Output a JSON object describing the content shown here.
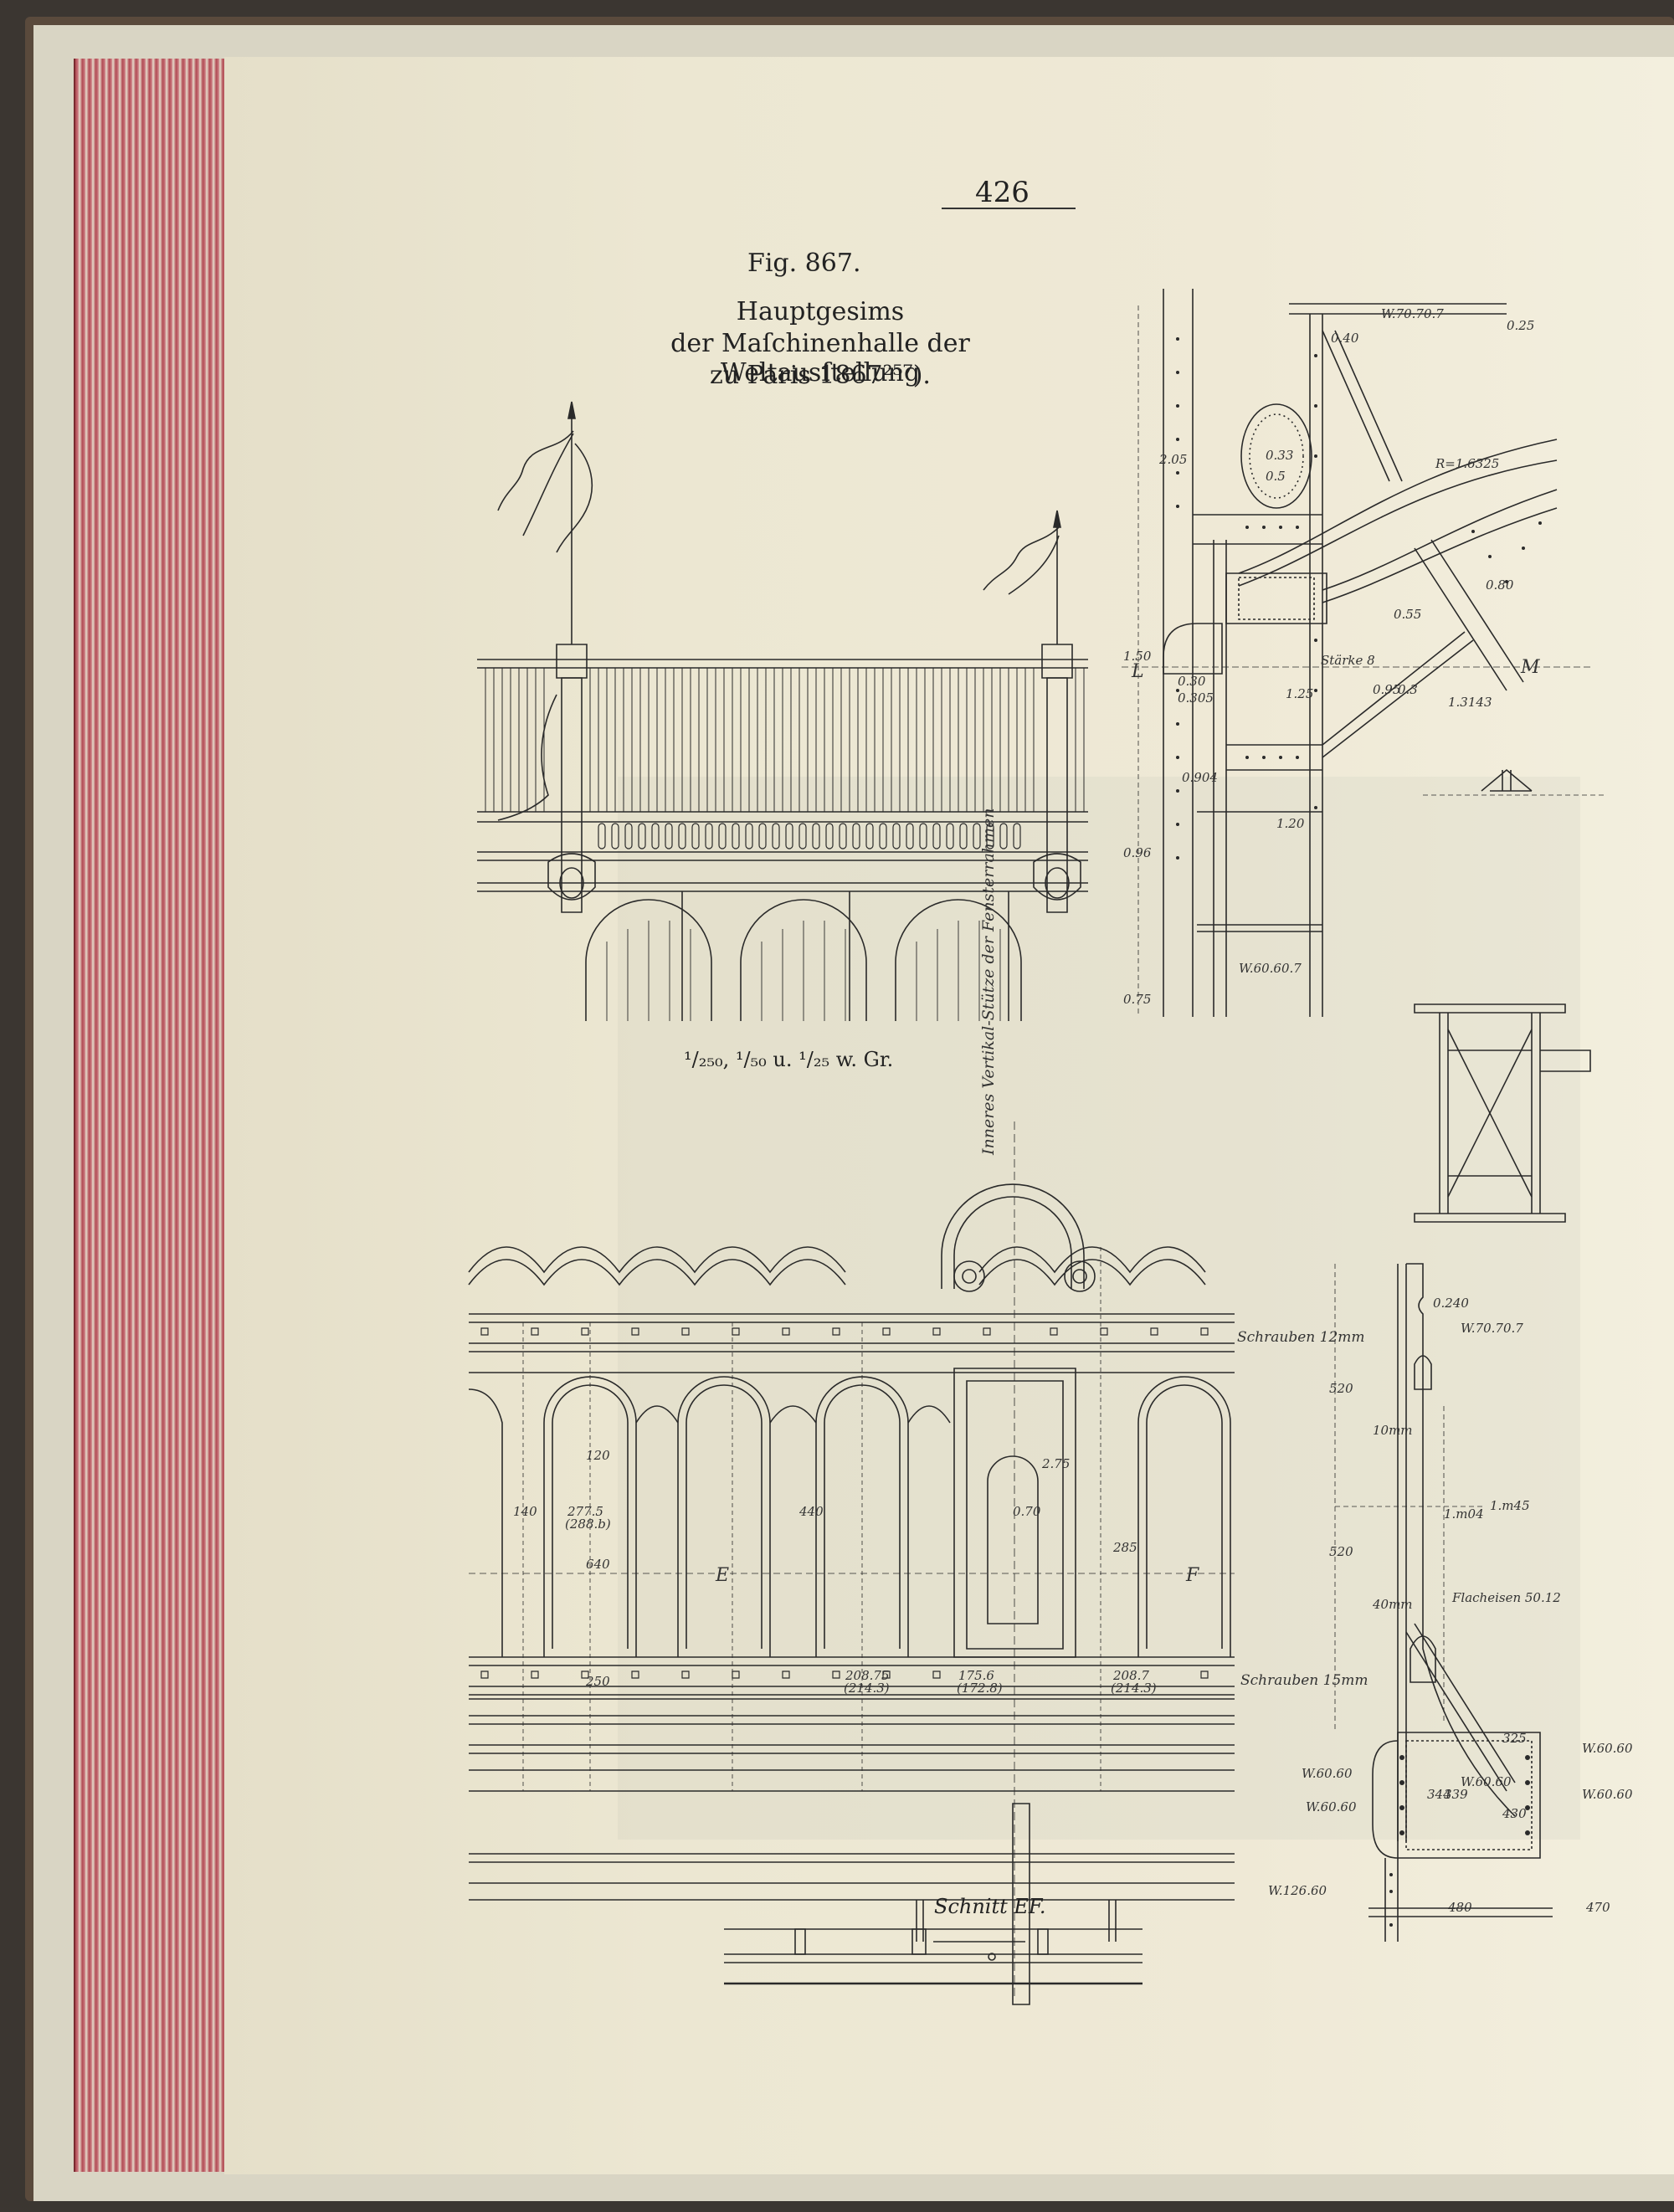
{
  "page_number": "426",
  "figure": {
    "label": "Fig. 867.",
    "caption_lines": [
      "Hauptgesims",
      "der Maſchinenhalle der Weltausſtellung",
      "zu Paris 1867²⁵⁷)."
    ],
    "scale": "¹/₂₅₀, ¹/₅₀ u. ¹/₂₅ w. Gr.",
    "section_label": "Schnitt EF."
  },
  "annotations": {
    "top_right": [
      "W.70.70.7",
      "0.40",
      "0.25",
      "2.05",
      "0.33",
      "0.5",
      "R=1.6325",
      "0.55",
      "0.80",
      "1.50",
      "L",
      "M",
      "0.30",
      "0.305",
      "0.95",
      "1.25",
      "0.3",
      "1.3143",
      "Stärke 8",
      "1.20",
      "0.904",
      "0.96",
      "W.60.60.7",
      "0.75"
    ],
    "bottom_left": [
      "Schrauben 12mm",
      "Schrauben 15mm",
      "140",
      "277.5",
      "(288.b)",
      "440",
      "640",
      "120",
      "250",
      "E",
      "F",
      "0.70",
      "2.75",
      "285",
      "Inneres Vertikal-Stütze der Fensterrahmen",
      "208.75",
      "(214.3)",
      "175.6",
      "(172.8)",
      "208.7",
      "(214.3)"
    ],
    "bottom_right": [
      "520",
      "520",
      "W.70.70.7",
      "0.240",
      "10mm",
      "40mm",
      "Flacheisen 50.12",
      "1.m45",
      "1.m04",
      "W.60.60",
      "W.60.60",
      "W.60.60",
      "W.60.60",
      "W.126.60",
      "W.60.60",
      "325",
      "344",
      "339",
      "430",
      "480",
      "470"
    ]
  }
}
